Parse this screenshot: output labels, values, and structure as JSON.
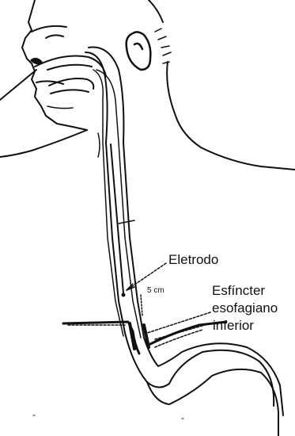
{
  "labels": {
    "electrode": "Eletrodo",
    "sphincter_line1": "Esfíncter",
    "sphincter_line2": "esofagiano",
    "sphincter_line3": "inferior",
    "distance": "5 cm"
  },
  "colors": {
    "ink": "#111111",
    "background": "#ffffff"
  }
}
